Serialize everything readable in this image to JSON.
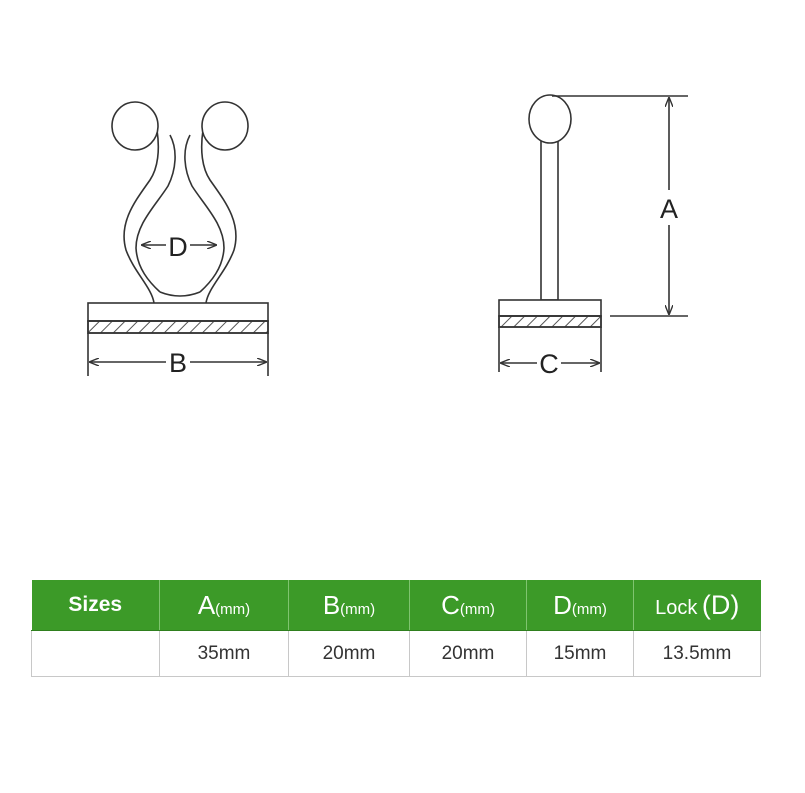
{
  "diagram": {
    "front_view": {
      "width_label": "B",
      "gap_label": "D"
    },
    "side_view": {
      "height_label": "A",
      "width_label": "C"
    }
  },
  "table": {
    "headers": [
      {
        "main": "Sizes",
        "unit": ""
      },
      {
        "main": "A",
        "unit": "(mm)"
      },
      {
        "main": "B",
        "unit": "(mm)"
      },
      {
        "main": "C",
        "unit": "(mm)"
      },
      {
        "main": "D",
        "unit": "(mm)"
      },
      {
        "main": "Lock",
        "paren_open": "(",
        "letter": "D",
        "paren_close": ")"
      }
    ],
    "row": [
      "",
      "35mm",
      "20mm",
      "20mm",
      "15mm",
      "13.5mm"
    ]
  }
}
